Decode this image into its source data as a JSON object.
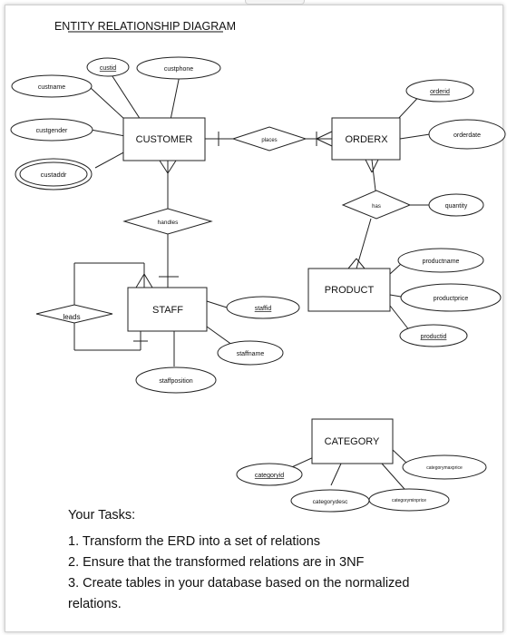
{
  "diagram_title": "ENTITY RELATIONSHIP DIAGRAM",
  "entities": {
    "customer": "CUSTOMER",
    "orderx": "ORDERX",
    "staff": "STAFF",
    "product": "PRODUCT",
    "category": "CATEGORY"
  },
  "relationships": {
    "places": "places",
    "has": "has",
    "handles": "handles",
    "leads": "leads"
  },
  "attributes": {
    "custid": "custid",
    "custphone": "custphone",
    "custname": "custname",
    "custgender": "custgender",
    "custaddr": "custaddr",
    "orderid": "orderid",
    "orderdate": "orderdate",
    "quantity": "quantity",
    "productname": "productname",
    "productprice": "productprice",
    "productid": "productid",
    "staffid": "staffid",
    "staffname": "staffname",
    "staffposition": "staffposition",
    "categoryid": "categoryid",
    "categorydesc": "categorydesc",
    "categorymaxprice": "categorymaxprice",
    "categoryminprice": "categoryminprice"
  },
  "tasks": {
    "heading": "Your Tasks:",
    "items": [
      "1. Transform the ERD into a set of relations",
      "2. Ensure that the transformed relations are in 3NF",
      "3. Create tables in your database based on the normalized",
      "relations."
    ]
  }
}
